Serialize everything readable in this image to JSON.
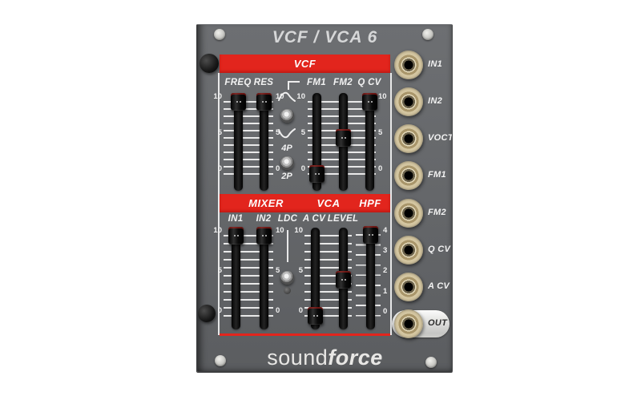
{
  "title": "VCF / VCA 6",
  "brand": {
    "normal": "sound",
    "bold": "force"
  },
  "colors": {
    "accent_red": "#e2251d",
    "panel_gray": "#67696c",
    "jack_brass": "#a9966b",
    "text_white": "#f2f2f2"
  },
  "vcf": {
    "header": "VCF",
    "slider_labels": [
      "FREQ",
      "RES",
      "FM1",
      "FM2",
      "Q CV"
    ],
    "scale": [
      "10",
      "5",
      "0"
    ],
    "pole_labels": {
      "four": "4P",
      "two": "2P"
    },
    "slider_values": {
      "freq": 10,
      "res": 10,
      "fm1": 0,
      "fm2": 5,
      "qcv": 10
    }
  },
  "mixer": {
    "headers": {
      "mixer": "MIXER",
      "vca": "VCA",
      "hpf": "HPF"
    },
    "slider_labels": [
      "IN1",
      "IN2",
      "LDC",
      "A CV",
      "LEVEL"
    ],
    "scale": [
      "10",
      "5",
      "0"
    ],
    "hpf_scale": [
      "4",
      "3",
      "2",
      "1",
      "0"
    ],
    "slider_values": {
      "in1": 10,
      "in2": 10,
      "acv": 0,
      "level": 4.5,
      "hpf": 4
    }
  },
  "jacks": {
    "labels": [
      "IN1",
      "IN2",
      "VOCT",
      "FM1",
      "FM2",
      "Q CV",
      "A CV",
      "OUT"
    ]
  }
}
